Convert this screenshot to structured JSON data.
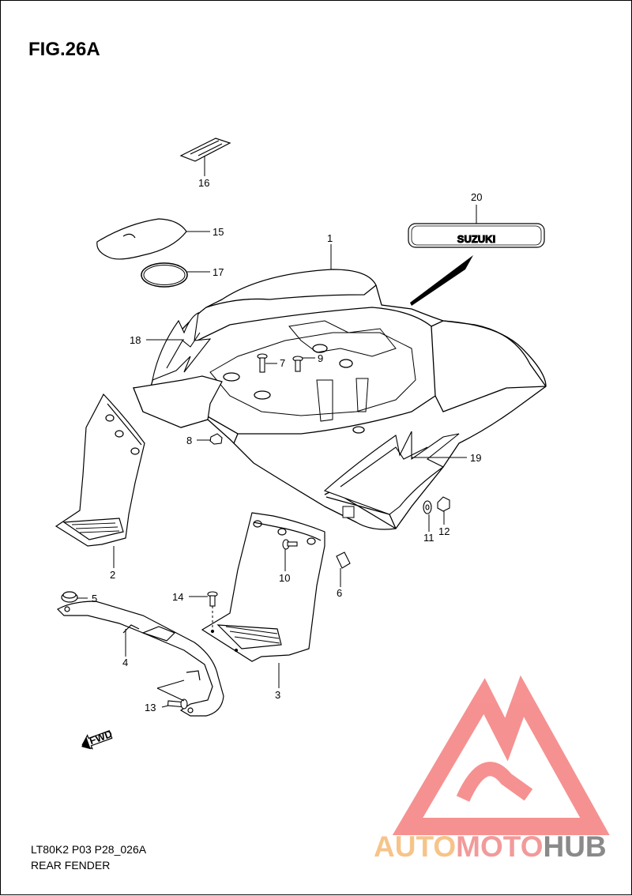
{
  "figure": {
    "title": "FIG.26A",
    "code": "LT80K2 P03 P28_026A",
    "name": "REAR FENDER"
  },
  "emblem": {
    "text": "SUZUKI"
  },
  "fwd_arrow": {
    "text": "FWD"
  },
  "callouts": [
    "1",
    "2",
    "3",
    "4",
    "5",
    "6",
    "7",
    "8",
    "9",
    "10",
    "11",
    "12",
    "13",
    "14",
    "15",
    "16",
    "17",
    "18",
    "19",
    "20"
  ],
  "watermark": {
    "brand_parts": [
      "AUTO",
      "MOTO",
      "HUB"
    ],
    "colors": {
      "auto": "#f6c48a",
      "moto": "#f29a9a",
      "hub": "#8a8a8a",
      "logo": "#f46d6d"
    }
  }
}
